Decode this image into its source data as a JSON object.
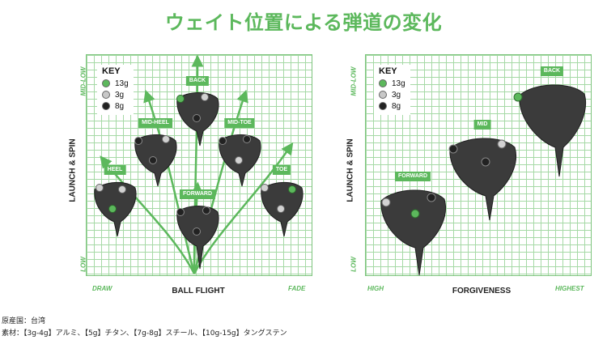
{
  "title": "ウェイト位置による弾道の変化",
  "colors": {
    "accent": "#5cb85c",
    "grid": "#a6d9a6",
    "dot13g": "#5cb85c",
    "dot3g": "#c8c8c8",
    "dot8g": "#222222"
  },
  "left_chart": {
    "y_label": "LAUNCH & SPIN",
    "y_top": "MID-LOW",
    "y_bottom": "LOW",
    "x_label": "BALL FLIGHT",
    "x_left": "DRAW",
    "x_right": "FADE",
    "key": {
      "title": "KEY",
      "items": [
        "13g",
        "3g",
        "8g"
      ]
    },
    "positions": [
      "HEEL",
      "MID-HEEL",
      "BACK",
      "MID-TOE",
      "TOE",
      "FORWARD"
    ]
  },
  "right_chart": {
    "y_label": "LAUNCH & SPIN",
    "y_top": "MID-LOW",
    "y_bottom": "LOW",
    "x_label": "FORGIVENESS",
    "x_left": "HIGH",
    "x_right": "HIGHEST",
    "key": {
      "title": "KEY",
      "items": [
        "13g",
        "3g",
        "8g"
      ]
    },
    "positions": [
      "FORWARD",
      "MID",
      "BACK"
    ]
  },
  "footer": {
    "origin": "原産国：台湾",
    "material": "素材：【3g-4g】アルミ、【5g】チタン、【7g-8g】スチール、【10g-15g】タングステン"
  }
}
